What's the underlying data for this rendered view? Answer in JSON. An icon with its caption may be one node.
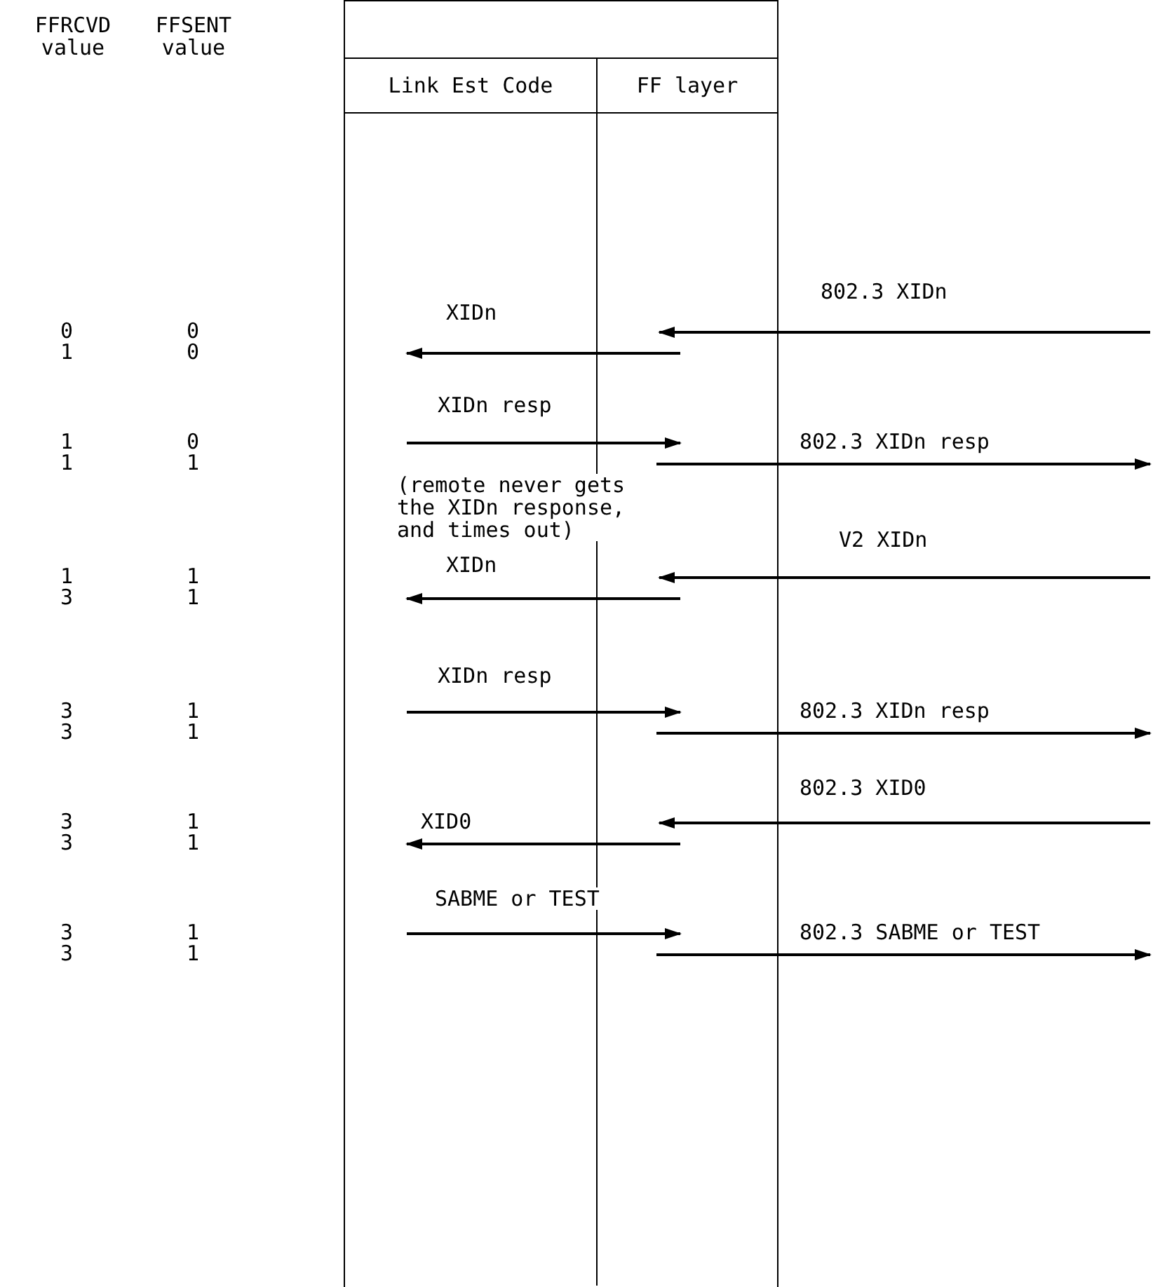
{
  "diagram": {
    "nodes": [
      {
        "text": [],
        "shape": "box"
      },
      {
        "text": [
          "Link Est Code"
        ],
        "in": 0
      },
      {
        "text": [
          "FF layer"
        ],
        "in": 0
      }
    ],
    "edges": [
      {
        "from": null,
        "to": 2,
        "arrow": "to",
        "label": "802.3 XIDn"
      },
      {
        "from": 2,
        "to": 1,
        "arrow": "to",
        "label": "XIDn"
      },
      {
        "from": 1,
        "to": 2,
        "arrow": "to",
        "label": "XIDn resp"
      },
      {
        "from": 2,
        "to": null,
        "arrow": "to",
        "label": "802.3 XIDn resp"
      },
      {
        "from": null,
        "to": 2,
        "arrow": "to",
        "label": "V2 XIDn"
      },
      {
        "from": 2,
        "to": 1,
        "arrow": "to",
        "label": "XIDn"
      },
      {
        "from": 1,
        "to": 2,
        "arrow": "to",
        "label": "XIDn resp"
      },
      {
        "from": 2,
        "to": null,
        "arrow": "to",
        "label": "802.3 XIDn resp"
      },
      {
        "from": null,
        "to": 2,
        "arrow": "to",
        "label": "802.3 XID0"
      },
      {
        "from": 2,
        "to": 1,
        "arrow": "to",
        "label": "XID0"
      },
      {
        "from": 1,
        "to": 2,
        "arrow": "to",
        "label": "SABME or TEST"
      },
      {
        "from": 2,
        "to": null,
        "arrow": "to",
        "label": "802.3 SABME or TEST"
      }
    ],
    "labels": [
      "FFRCVD value",
      "FFSENT value",
      "0",
      "0",
      "1",
      "0",
      "1",
      "0",
      "1",
      "1",
      "(remote never gets the XIDn response, and times out)",
      "1",
      "1",
      "3",
      "1",
      "3",
      "1",
      "3",
      "1",
      "3",
      "1",
      "3",
      "1",
      "3",
      "1",
      "3",
      "1"
    ]
  }
}
